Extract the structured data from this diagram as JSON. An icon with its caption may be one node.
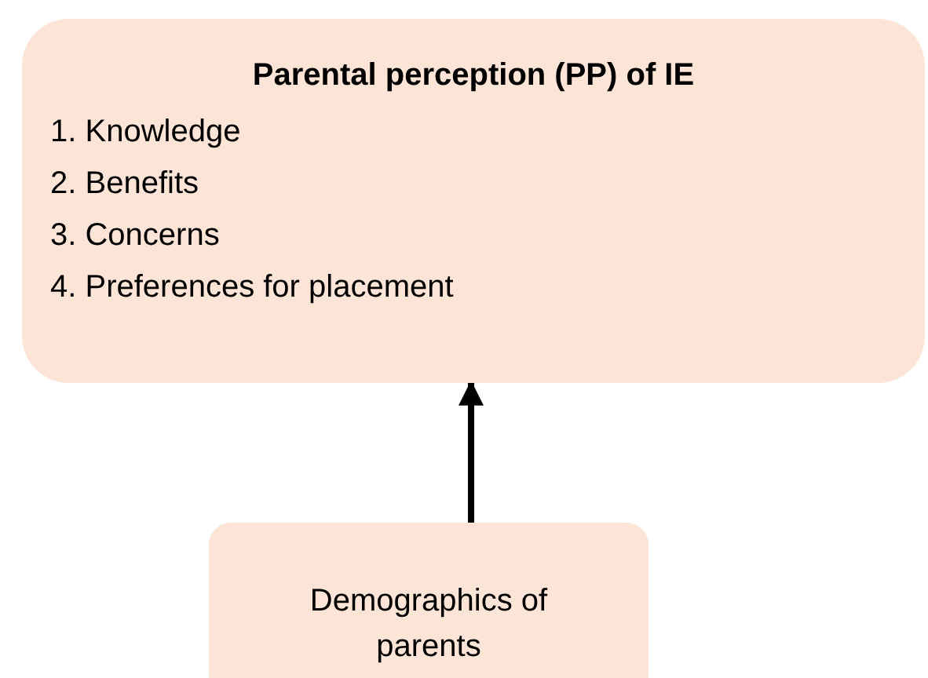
{
  "diagram": {
    "nodes": [
      {
        "text": [
          "Parental perception (PP) of IE",
          "1. Knowledge",
          "2. Benefits",
          "3. Concerns",
          "4. Preferences for placement"
        ]
      },
      {
        "text": [
          "Demographics of parents"
        ]
      }
    ],
    "edges": [
      {
        "from": 1,
        "to": 0,
        "arrow": "to"
      }
    ]
  }
}
